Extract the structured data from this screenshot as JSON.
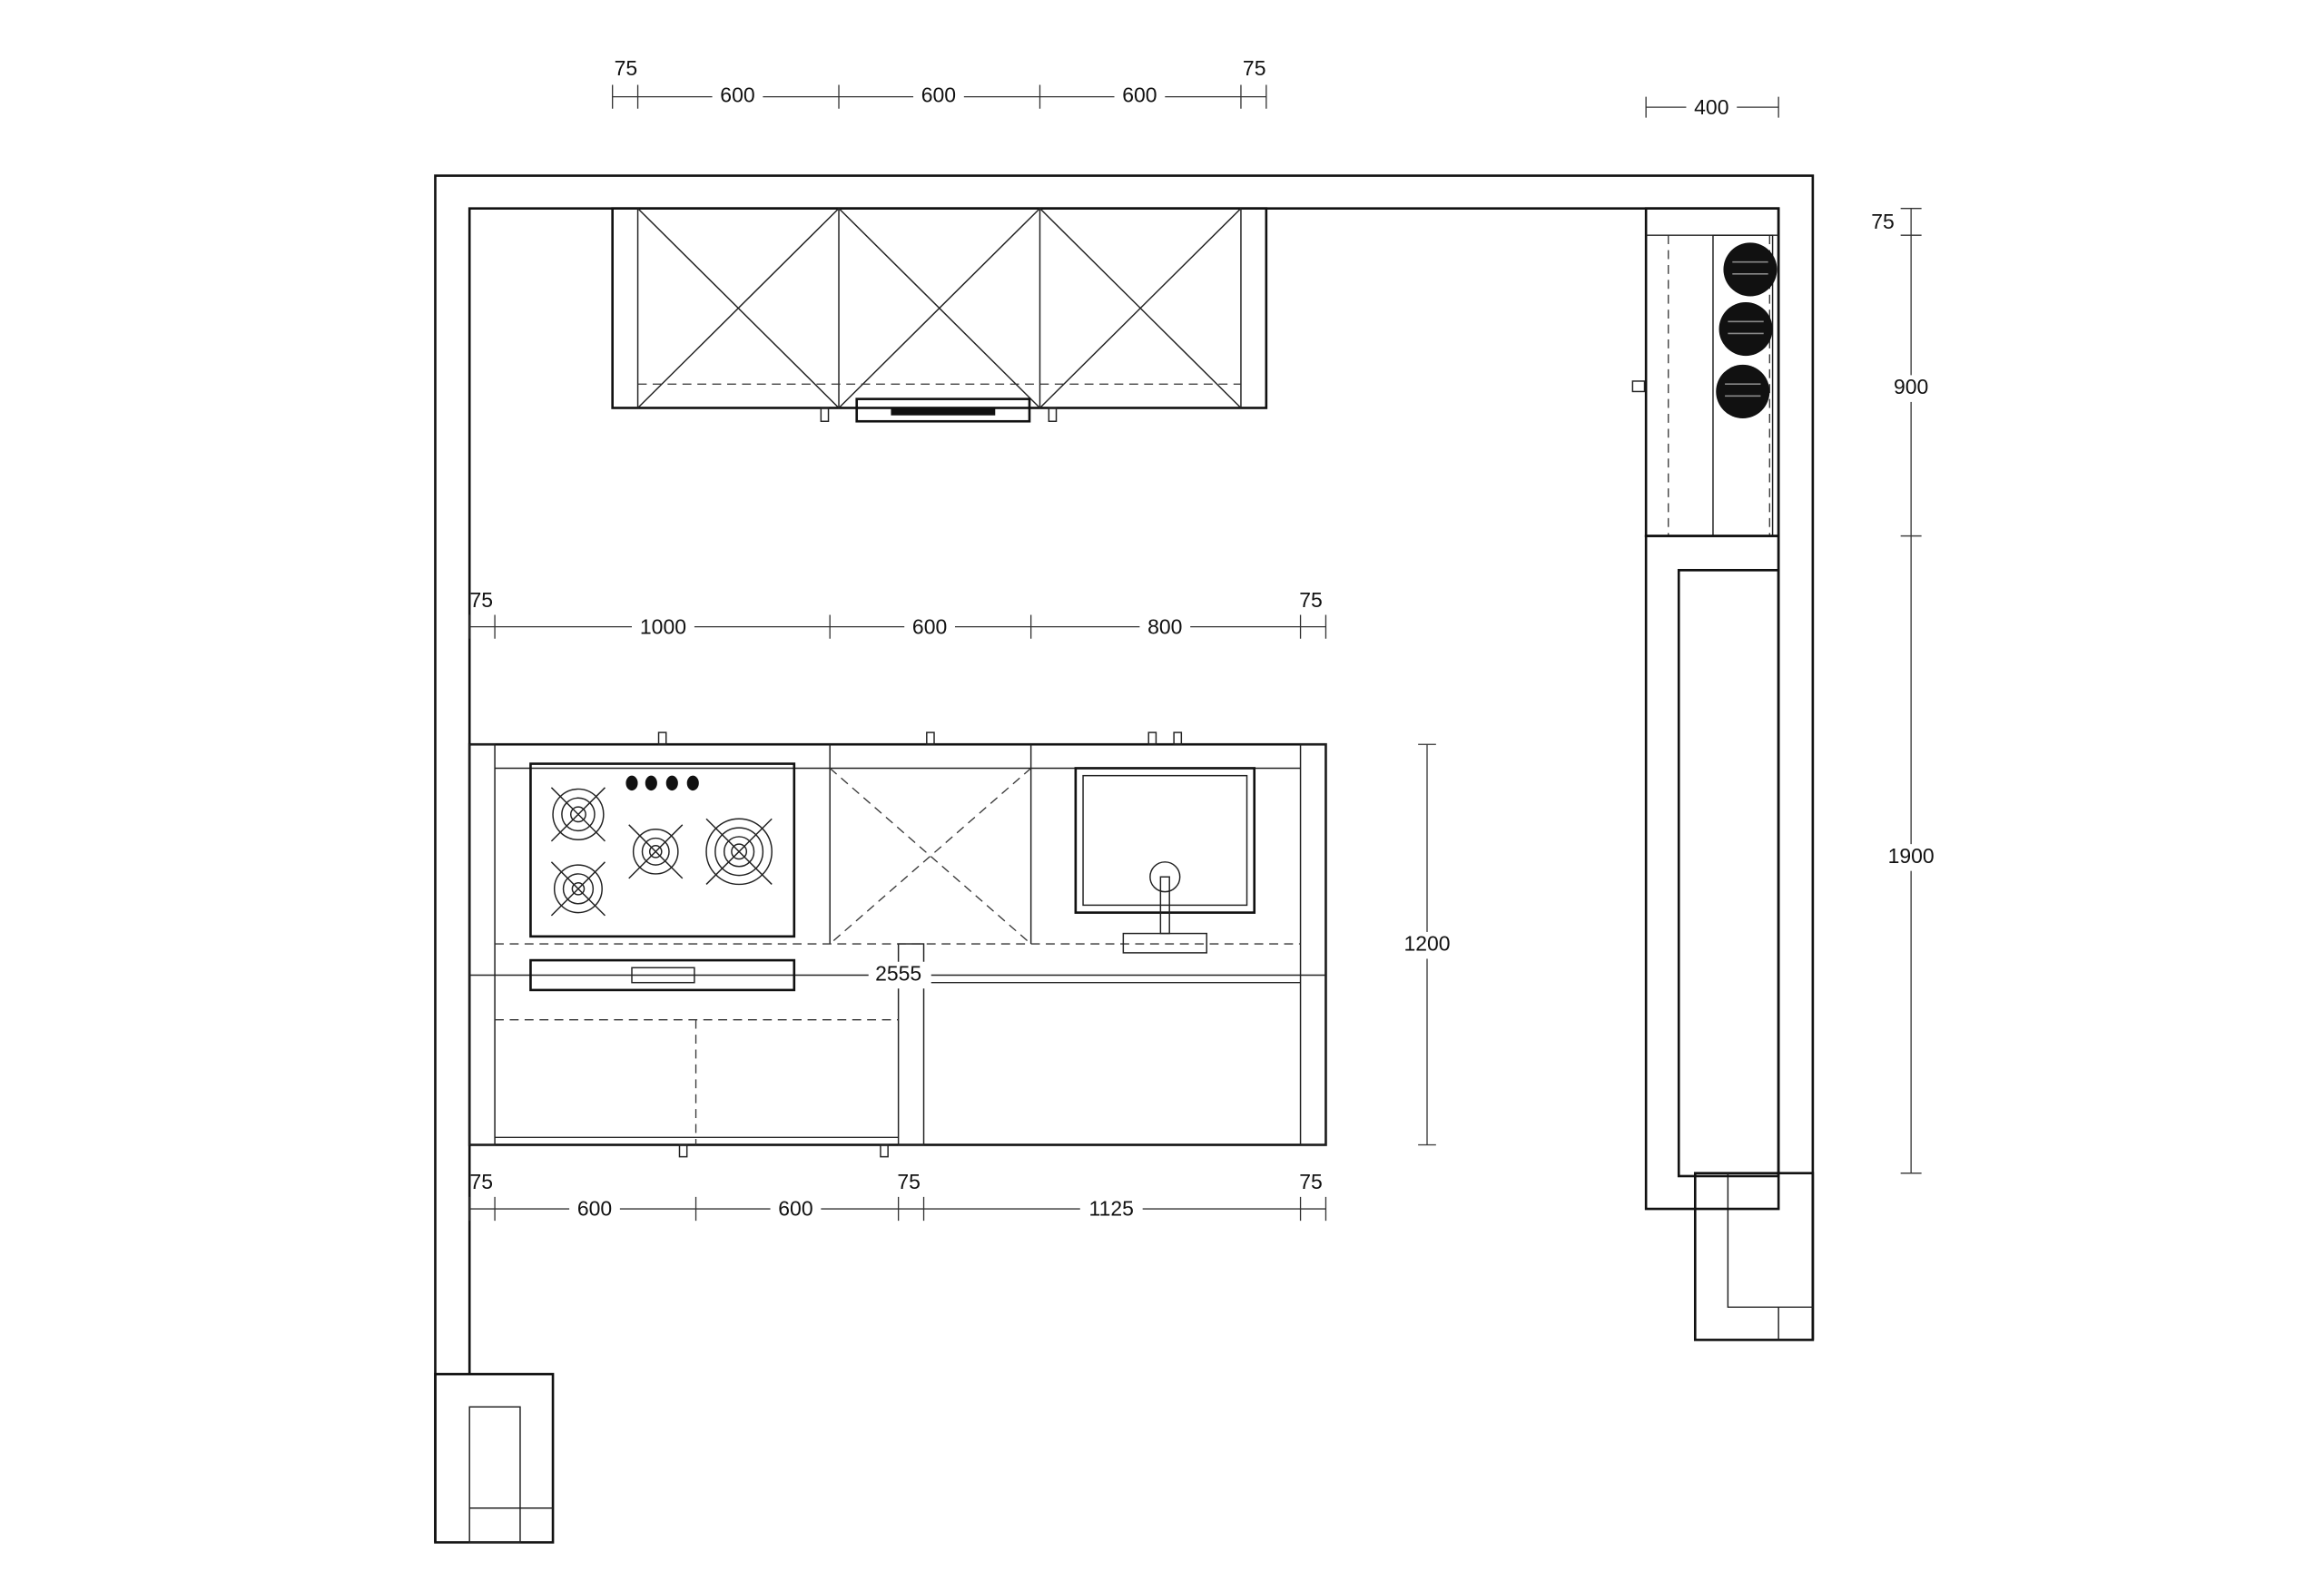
{
  "drawing": {
    "upper_cabinets_dims": [
      "75",
      "600",
      "600",
      "600",
      "75"
    ],
    "tall_unit_width_dim": "400",
    "right_wall_dims": [
      "75",
      "900",
      "1900"
    ],
    "island_top_dims": [
      "75",
      "1000",
      "600",
      "800",
      "75"
    ],
    "island_bottom_dims": [
      "75",
      "600",
      "600",
      "75",
      "1125",
      "75"
    ],
    "island_depth_dim": "1200",
    "island_length_dim": "2555",
    "colors": {
      "line": "#111111",
      "background": "#ffffff"
    }
  }
}
